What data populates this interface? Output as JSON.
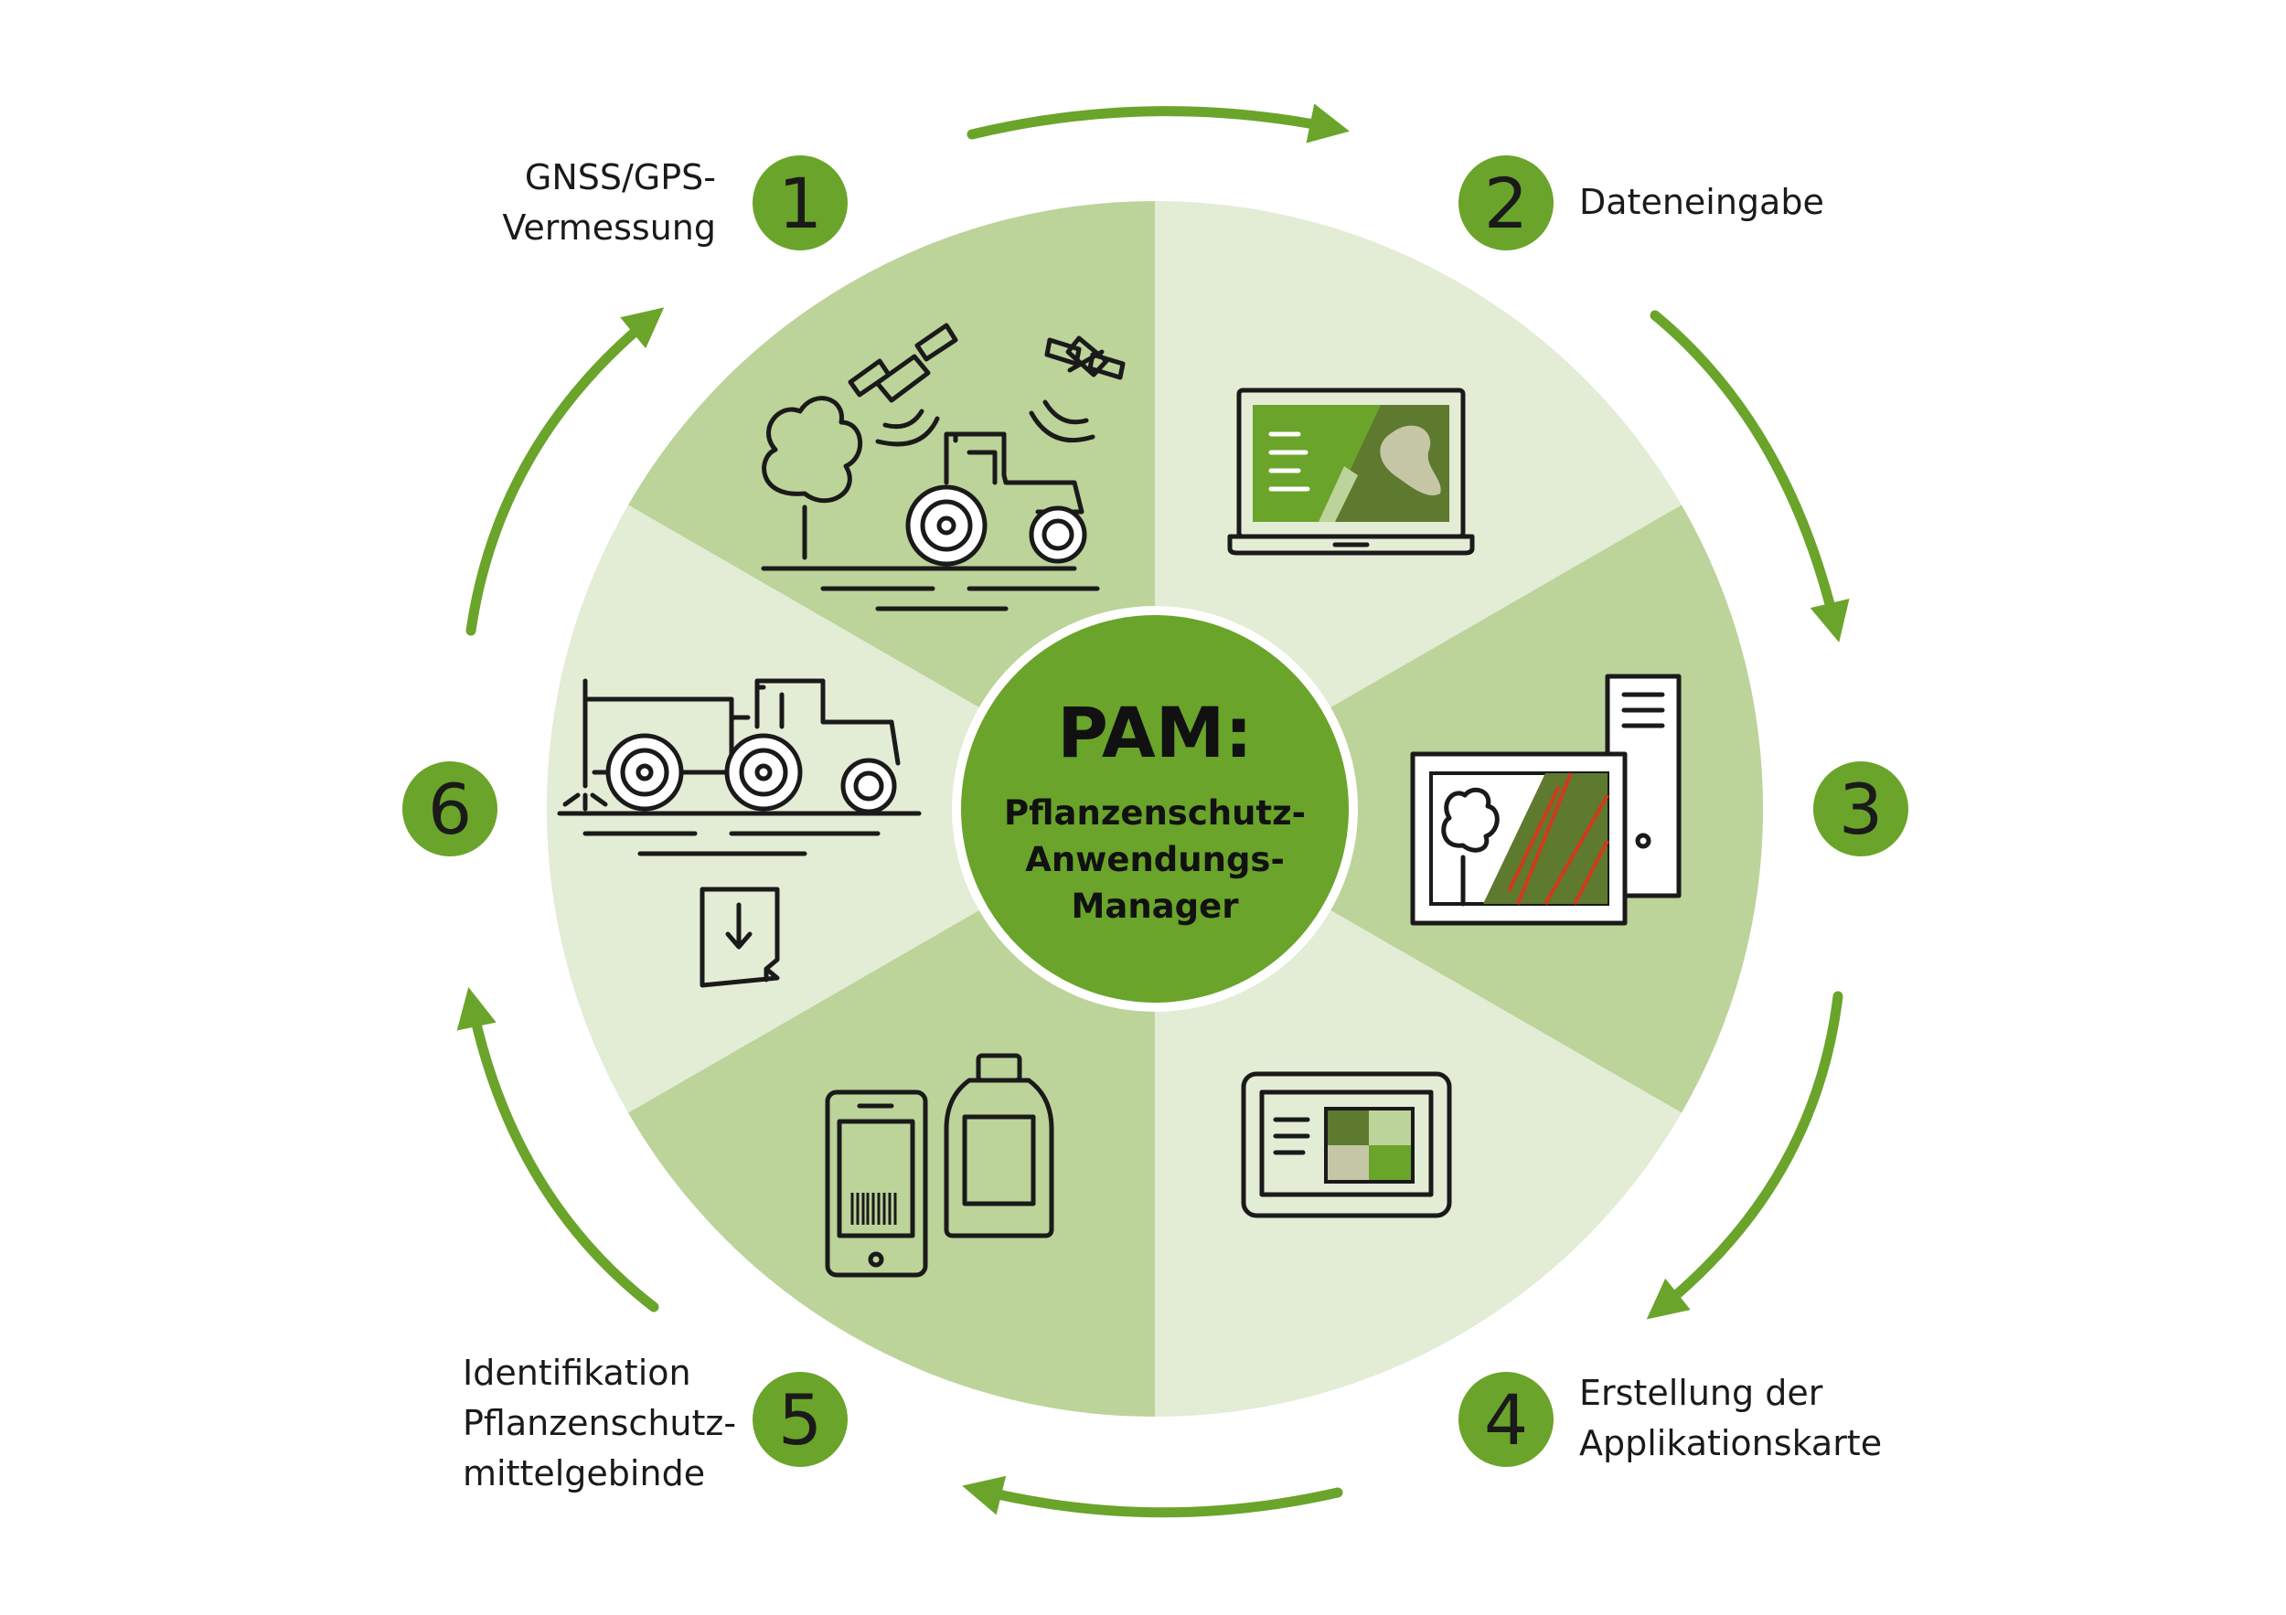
{
  "center": {
    "title": "PAM:",
    "subtitle_lines": [
      "Pflanzenschutz-",
      "Anwendungs-",
      "Manager"
    ]
  },
  "steps": [
    {
      "number": "1",
      "label_lines": [
        "GNSS/GPS-",
        "Vermessung"
      ],
      "icon": "tractor-satellite-icon"
    },
    {
      "number": "2",
      "label_lines": [
        "Dateneingabe"
      ],
      "icon": "laptop-map-icon"
    },
    {
      "number": "3",
      "label_lines": [],
      "icon": "desktop-computer-map-icon"
    },
    {
      "number": "4",
      "label_lines": [
        "Erstellung der",
        "Applikationskarte"
      ],
      "icon": "terminal-display-icon"
    },
    {
      "number": "5",
      "label_lines": [
        "Identifikation",
        "Pflanzenschutz-",
        "mittelgebinde"
      ],
      "icon": "phone-barcode-canister-icon"
    },
    {
      "number": "6",
      "label_lines": [],
      "icon": "tractor-sprayer-download-icon"
    }
  ],
  "colors": {
    "accent": "#6aa42a",
    "sector_dark": "#bcd39a",
    "sector_light": "#e3ecd5",
    "map_dark": "#5d7a2e",
    "map_pale": "#c5c6a6",
    "stripe_red": "#d23a1c"
  }
}
